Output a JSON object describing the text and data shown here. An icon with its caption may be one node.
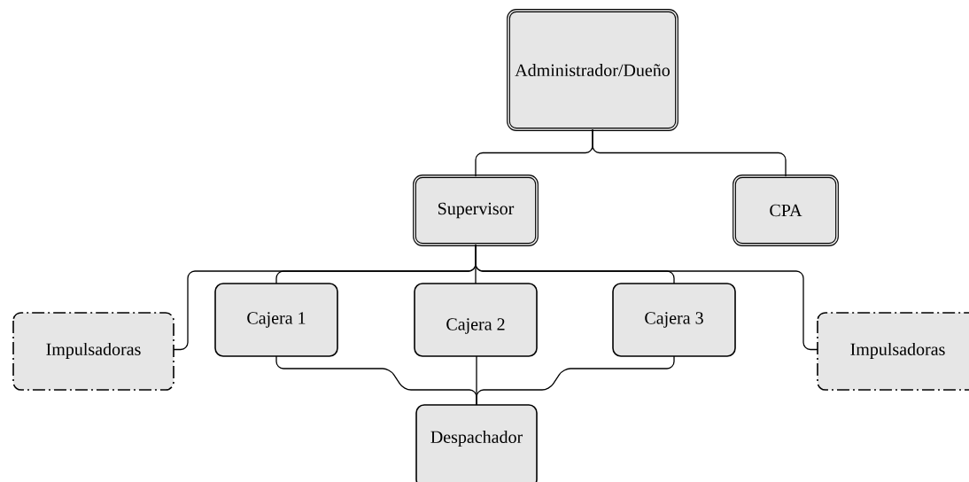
{
  "diagram": {
    "nodes": [
      {
        "text": [
          "Administrador/Dueño"
        ]
      },
      {
        "text": [
          "Supervisor"
        ]
      },
      {
        "text": [
          "CPA"
        ]
      },
      {
        "text": [
          "Impulsadoras"
        ]
      },
      {
        "text": [
          "Cajera 1"
        ]
      },
      {
        "text": [
          "Cajera 2"
        ]
      },
      {
        "text": [
          "Cajera 3"
        ]
      },
      {
        "text": [
          "Impulsadoras"
        ]
      },
      {
        "text": [
          "Despachador"
        ]
      }
    ],
    "edges": [
      {
        "from": 0,
        "to": 1,
        "arrow": "none"
      },
      {
        "from": 0,
        "to": 2,
        "arrow": "none"
      },
      {
        "from": 1,
        "to": 3,
        "arrow": "none"
      },
      {
        "from": 1,
        "to": 4,
        "arrow": "none"
      },
      {
        "from": 1,
        "to": 5,
        "arrow": "none"
      },
      {
        "from": 1,
        "to": 6,
        "arrow": "none"
      },
      {
        "from": 1,
        "to": 7,
        "arrow": "none"
      },
      {
        "from": 4,
        "to": 8,
        "arrow": "none"
      },
      {
        "from": 5,
        "to": 8,
        "arrow": "none"
      },
      {
        "from": 6,
        "to": 8,
        "arrow": "none"
      }
    ]
  }
}
